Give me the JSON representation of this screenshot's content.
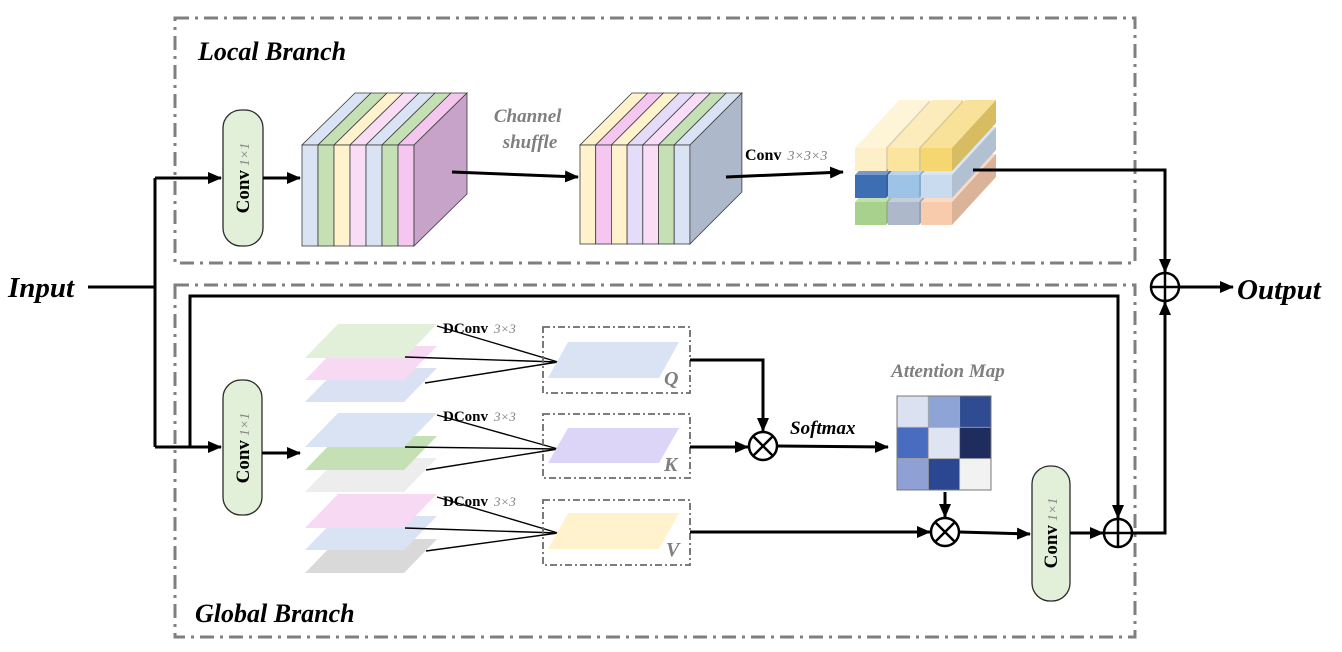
{
  "input_label": "Input",
  "output_label": "Output",
  "local_branch": {
    "title": "Local Branch",
    "conv": {
      "name": "Conv",
      "kernel": "1×1"
    },
    "channel_shuffle": [
      "Channel",
      "shuffle"
    ],
    "conv3d": {
      "name": "Conv",
      "kernel": "3×3×3"
    },
    "block_before_shuffle": {
      "slab_colors": [
        "#dae3f3",
        "#c5e0b4",
        "#fff2cc",
        "#f9dcf6",
        "#dae3f3",
        "#c5e0b4",
        "#f4c6f0"
      ],
      "side_color": "#c7a2c9"
    },
    "block_after_shuffle": {
      "slab_colors": [
        "#fff2cc",
        "#f4c6f0",
        "#fff2cc",
        "#e4dcf8",
        "#f9dcf6",
        "#c5e0b4",
        "#dae3f3"
      ],
      "side_color": "#adb9ca"
    },
    "cube_colors": [
      [
        "#fdf0c8",
        "#fbe49e",
        "#f5d66f"
      ],
      [
        "#3d6db3",
        "#9dc3e6",
        "#c9dbef"
      ],
      [
        "#a9d18e",
        "#adb9ca",
        "#f8cbad"
      ]
    ]
  },
  "global_branch": {
    "title": "Global Branch",
    "conv_in": {
      "name": "Conv",
      "kernel": "1×1"
    },
    "conv_out": {
      "name": "Conv",
      "kernel": "1×1"
    },
    "dconv": [
      {
        "name": "DConv",
        "kernel": "3×3"
      },
      {
        "name": "DConv",
        "kernel": "3×3"
      },
      {
        "name": "DConv",
        "kernel": "3×3"
      }
    ],
    "feature_stacks": [
      [
        "#e2efd9",
        "#f8d9f4",
        "#d9e1f2"
      ],
      [
        "#dae3f3",
        "#c5e0b4",
        "#ededed"
      ],
      [
        "#f8d9f4",
        "#dae3f3",
        "#d9d9d9"
      ]
    ],
    "qkv": [
      {
        "label": "Q",
        "color": "#dae3f3"
      },
      {
        "label": "K",
        "color": "#ddd5f7"
      },
      {
        "label": "V",
        "color": "#fff2cc"
      }
    ],
    "softmax_label": "Softmax",
    "attention_map": {
      "title": "Attention Map",
      "cells": [
        [
          "#dbe1f1",
          "#8ea3d6",
          "#2f4b91"
        ],
        [
          "#4a6cc0",
          "#dfe4f2",
          "#1f2c5e"
        ],
        [
          "#8fa1d4",
          "#2c4791",
          "#f2f2f2"
        ]
      ]
    }
  },
  "colors": {
    "conv_fill": "#e2f0d9",
    "softmax": "#ed7d31",
    "label_gray": "#7f7f7f",
    "frame_gray": "#7f7f7f"
  }
}
